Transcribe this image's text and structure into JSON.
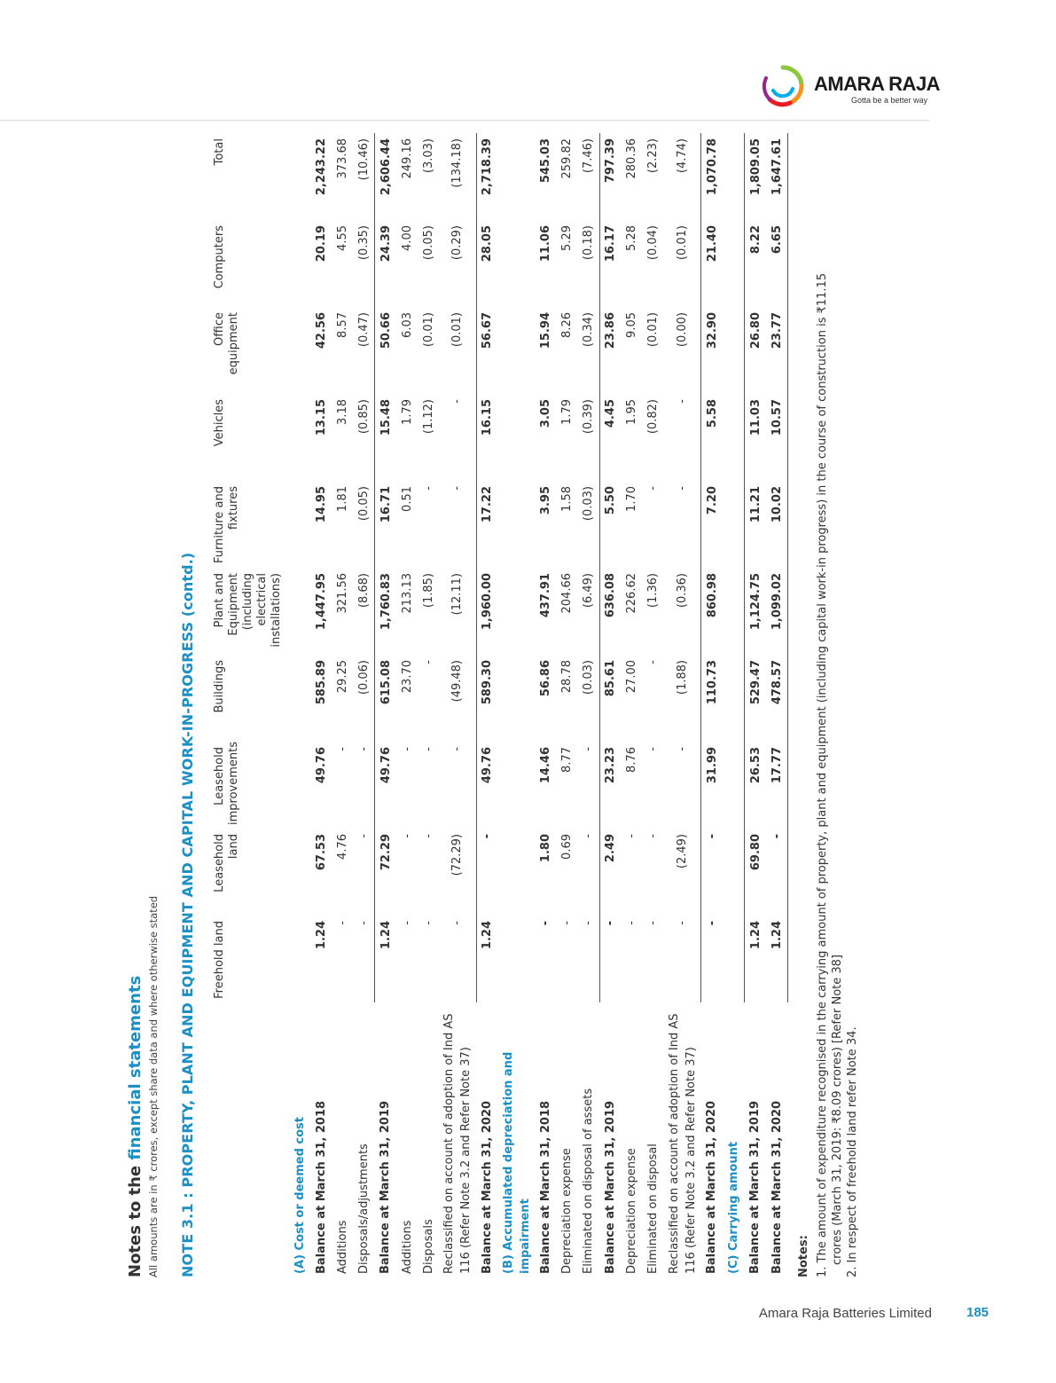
{
  "logo": {
    "brand": "AMARA RAJA",
    "tagline": "Gotta be a better way",
    "colors": [
      "#8dc63f",
      "#f7941d",
      "#ed1c24",
      "#92278f",
      "#00aeef"
    ]
  },
  "header": {
    "title_prefix": "Notes to the ",
    "title_highlight": "financial statements",
    "subtitle": "All amounts are in ₹ crores, except share data and where otherwise stated"
  },
  "note_title": "NOTE 3.1 : PROPERTY, PLANT AND EQUIPMENT AND CAPITAL WORK-IN-PROGRESS (contd.)",
  "table": {
    "columns": [
      "Freehold land",
      "Leasehold land",
      "Leasehold improvements",
      "Buildings",
      "Plant and Equipment (including electrical installations)",
      "Furniture and fixtures",
      "Vehicles",
      "Office equipment",
      "Computers",
      "Total"
    ],
    "rows": [
      {
        "label": "(A) Cost or deemed cost",
        "style": "section",
        "values": [
          "",
          "",
          "",
          "",
          "",
          "",
          "",
          "",
          "",
          ""
        ]
      },
      {
        "label": "Balance at March 31, 2018",
        "style": "bold",
        "values": [
          "1.24",
          "67.53",
          "49.76",
          "585.89",
          "1,447.95",
          "14.95",
          "13.15",
          "42.56",
          "20.19",
          "2,243.22"
        ]
      },
      {
        "label": "Additions",
        "style": "",
        "values": [
          "-",
          "4.76",
          "-",
          "29.25",
          "321.56",
          "1.81",
          "3.18",
          "8.57",
          "4.55",
          "373.68"
        ]
      },
      {
        "label": "Disposals/adjustments",
        "style": "",
        "values": [
          "-",
          "-",
          "-",
          "(0.06)",
          "(8.68)",
          "(0.05)",
          "(0.85)",
          "(0.47)",
          "(0.35)",
          "(10.46)"
        ]
      },
      {
        "label": "Balance at March 31, 2019",
        "style": "bold",
        "values": [
          "1.24",
          "72.29",
          "49.76",
          "615.08",
          "1,760.83",
          "16.71",
          "15.48",
          "50.66",
          "24.39",
          "2,606.44"
        ]
      },
      {
        "label": "Additions",
        "style": "",
        "values": [
          "-",
          "-",
          "-",
          "23.70",
          "213.13",
          "0.51",
          "1.79",
          "6.03",
          "4.00",
          "249.16"
        ]
      },
      {
        "label": "Disposals",
        "style": "",
        "values": [
          "-",
          "-",
          "-",
          "-",
          "(1.85)",
          "-",
          "(1.12)",
          "(0.01)",
          "(0.05)",
          "(3.03)"
        ]
      },
      {
        "label": "Reclassified on account of adoption of Ind AS 116 (Refer Note 3.2 and Refer Note 37)",
        "style": "",
        "values": [
          "-",
          "(72.29)",
          "-",
          "(49.48)",
          "(12.11)",
          "-",
          "-",
          "(0.01)",
          "(0.29)",
          "(134.18)"
        ]
      },
      {
        "label": "Balance at March 31, 2020",
        "style": "bold",
        "values": [
          "1.24",
          "-",
          "49.76",
          "589.30",
          "1,960.00",
          "17.22",
          "16.15",
          "56.67",
          "28.05",
          "2,718.39"
        ]
      },
      {
        "label": "(B) Accumulated depreciation and impairment",
        "style": "section",
        "values": [
          "",
          "",
          "",
          "",
          "",
          "",
          "",
          "",
          "",
          ""
        ]
      },
      {
        "label": "Balance at March 31, 2018",
        "style": "bold",
        "values": [
          "-",
          "1.80",
          "14.46",
          "56.86",
          "437.91",
          "3.95",
          "3.05",
          "15.94",
          "11.06",
          "545.03"
        ]
      },
      {
        "label": "Depreciation expense",
        "style": "",
        "values": [
          "-",
          "0.69",
          "8.77",
          "28.78",
          "204.66",
          "1.58",
          "1.79",
          "8.26",
          "5.29",
          "259.82"
        ]
      },
      {
        "label": "Eliminated on disposal of assets",
        "style": "",
        "values": [
          "-",
          "-",
          "-",
          "(0.03)",
          "(6.49)",
          "(0.03)",
          "(0.39)",
          "(0.34)",
          "(0.18)",
          "(7.46)"
        ]
      },
      {
        "label": "Balance at March 31, 2019",
        "style": "bold",
        "values": [
          "-",
          "2.49",
          "23.23",
          "85.61",
          "636.08",
          "5.50",
          "4.45",
          "23.86",
          "16.17",
          "797.39"
        ]
      },
      {
        "label": "Depreciation expense",
        "style": "",
        "values": [
          "-",
          "-",
          "8.76",
          "27.00",
          "226.62",
          "1.70",
          "1.95",
          "9.05",
          "5.28",
          "280.36"
        ]
      },
      {
        "label": "Eliminated on disposal",
        "style": "",
        "values": [
          "-",
          "-",
          "-",
          "-",
          "(1.36)",
          "-",
          "(0.82)",
          "(0.01)",
          "(0.04)",
          "(2.23)"
        ]
      },
      {
        "label": "Reclassified on account of adoption of Ind AS 116 (Refer Note 3.2 and Refer Note 37)",
        "style": "",
        "values": [
          "-",
          "(2.49)",
          "-",
          "(1.88)",
          "(0.36)",
          "-",
          "-",
          "(0.00)",
          "(0.01)",
          "(4.74)"
        ]
      },
      {
        "label": "Balance at March 31, 2020",
        "style": "bold",
        "values": [
          "-",
          "-",
          "31.99",
          "110.73",
          "860.98",
          "7.20",
          "5.58",
          "32.90",
          "21.40",
          "1,070.78"
        ]
      },
      {
        "label": "(C) Carrying amount",
        "style": "section",
        "values": [
          "",
          "",
          "",
          "",
          "",
          "",
          "",
          "",
          "",
          ""
        ]
      },
      {
        "label": "Balance at March 31, 2019",
        "style": "bold",
        "values": [
          "1.24",
          "69.80",
          "26.53",
          "529.47",
          "1,124.75",
          "11.21",
          "11.03",
          "26.80",
          "8.22",
          "1,809.05"
        ]
      },
      {
        "label": "Balance at March 31, 2020",
        "style": "bold",
        "values": [
          "1.24",
          "-",
          "17.77",
          "478.57",
          "1,099.02",
          "10.02",
          "10.57",
          "23.77",
          "6.65",
          "1,647.61"
        ]
      }
    ]
  },
  "notes": {
    "title": "Notes:",
    "items": [
      "1. The amount of expenditure recognised in the carrying amount of property, plant and equipment (including capital work-in progress) in the course of construction is ₹11.15",
      "crores (March 31, 2019: ₹8.09 crores) [Refer Note 38]",
      "2. In respect of freehold land refer Note 34."
    ]
  },
  "footer": {
    "company": "Amara Raja Batteries Limited",
    "page": "185"
  }
}
